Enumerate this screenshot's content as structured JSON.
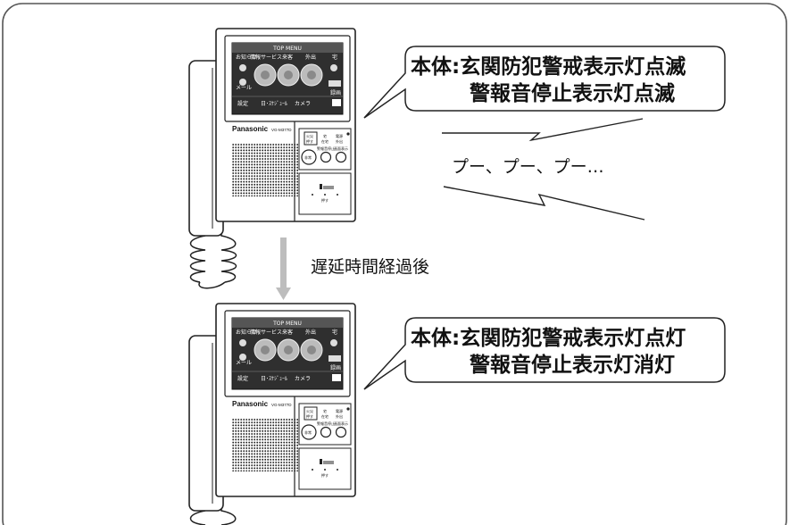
{
  "device_top": {
    "screen_title": "TOP MENU",
    "menu_labels": [
      "お知らせ",
      "情報サービス",
      "来客",
      "外出",
      "宅"
    ],
    "side_labels": [
      "メール",
      "録画"
    ],
    "bottom_labels": [
      "設定",
      "日･ｽｹｼﾞｭｰﾙ",
      "カメラ"
    ],
    "brand": "Panasonic",
    "model": "VG-M377D",
    "panel_labels": [
      "火災",
      "押す",
      "宅",
      "在宅",
      "電源",
      "外出",
      "警報音停止",
      "画面表示",
      "非常",
      "押す"
    ]
  },
  "device_bottom": {
    "screen_title": "TOP MENU",
    "menu_labels": [
      "お知らせ",
      "情報サービス",
      "来客",
      "外出",
      "宅"
    ],
    "side_labels": [
      "メール",
      "録画"
    ],
    "bottom_labels": [
      "設定",
      "日･ｽｹｼﾞｭｰﾙ",
      "カメラ"
    ],
    "brand": "Panasonic",
    "model": "VG-M377D",
    "panel_labels": [
      "火災",
      "押す",
      "宅",
      "在宅",
      "電源",
      "外出",
      "警報音停止",
      "画面表示",
      "非常",
      "押す"
    ]
  },
  "callout_top": {
    "line1": "本体:玄関防犯警戒表示灯点滅",
    "line2": "警報音停止表示灯点滅"
  },
  "callout_bottom": {
    "line1": "本体:玄関防犯警戒表示灯点灯",
    "line2": "警報音停止表示灯消灯"
  },
  "sound_text": "プー、プー、プー…",
  "delay_label": "遅延時間経過後"
}
